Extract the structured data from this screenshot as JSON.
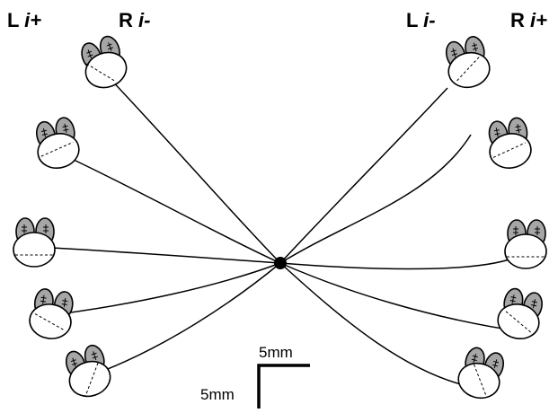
{
  "labels": {
    "left_group": {
      "side1": "L",
      "sign1": "i+",
      "side2": "R",
      "sign2": "i-"
    },
    "right_group": {
      "side1": "L",
      "sign1": "i-",
      "side2": "R",
      "sign2": "i+"
    }
  },
  "scale_bar": {
    "horizontal_label": "5mm",
    "vertical_label": "5mm"
  },
  "colors": {
    "ear_fill": "#a6a6a6",
    "line": "#000000"
  }
}
